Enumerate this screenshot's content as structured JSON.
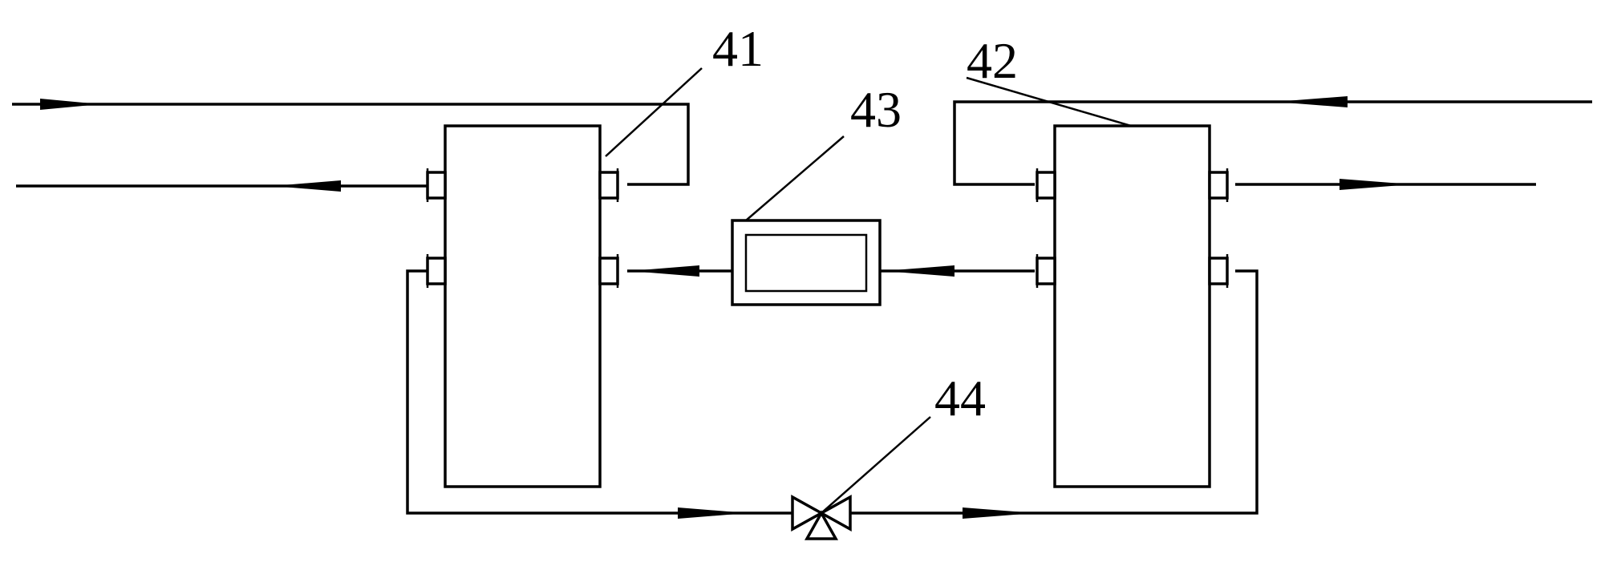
{
  "labels": {
    "exchanger_left": "41",
    "exchanger_right": "42",
    "unit_middle": "43",
    "valve": "44"
  },
  "colors": {
    "stroke": "#000000",
    "background": "#ffffff"
  }
}
